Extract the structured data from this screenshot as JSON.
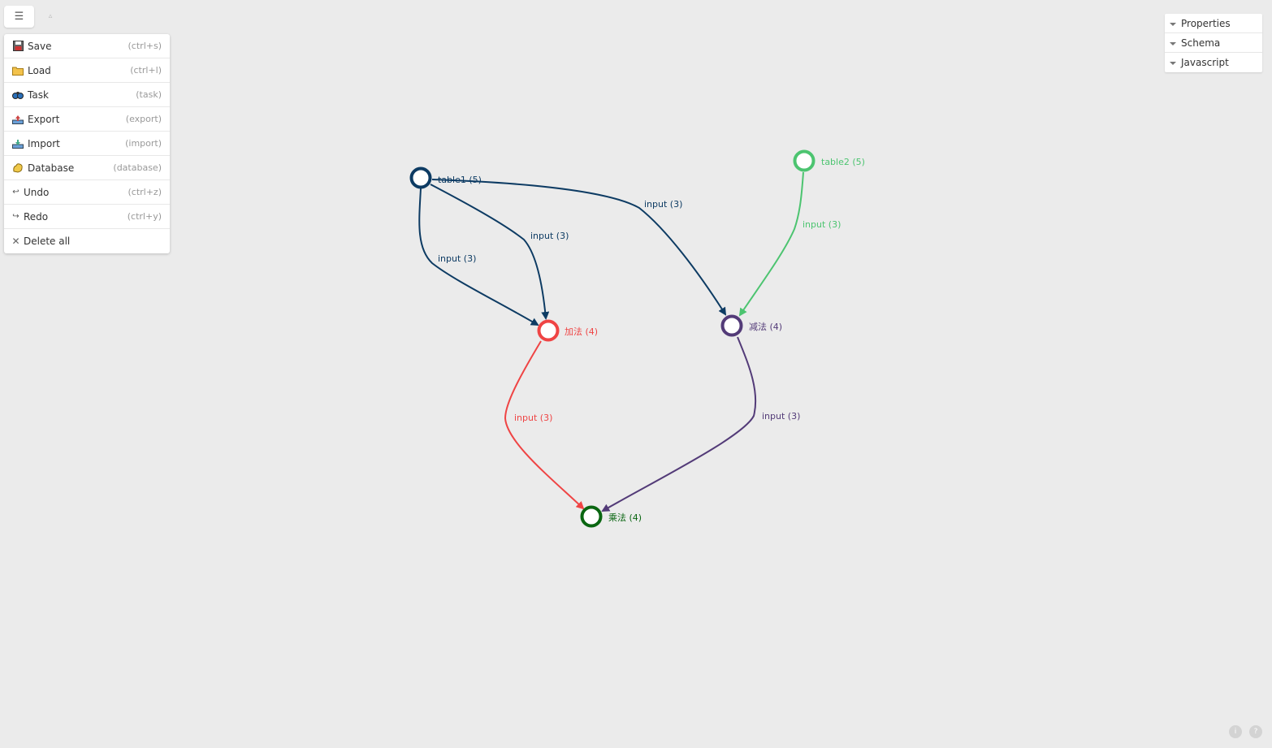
{
  "toolbar": {
    "menu_icon": "hamburger-icon",
    "collapse_icon": "triangle-up-icon"
  },
  "menu": {
    "items": [
      {
        "label": "Save",
        "shortcut": "(ctrl+s)",
        "icon": "floppy-icon"
      },
      {
        "label": "Load",
        "shortcut": "(ctrl+l)",
        "icon": "folder-icon"
      },
      {
        "label": "Task",
        "shortcut": "(task)",
        "icon": "binoculars-icon"
      },
      {
        "label": "Export",
        "shortcut": "(export)",
        "icon": "export-icon"
      },
      {
        "label": "Import",
        "shortcut": "(import)",
        "icon": "import-icon"
      },
      {
        "label": "Database",
        "shortcut": "(database)",
        "icon": "database-icon"
      },
      {
        "label": "Undo",
        "shortcut": "(ctrl+z)",
        "icon": "undo-icon"
      },
      {
        "label": "Redo",
        "shortcut": "(ctrl+y)",
        "icon": "redo-icon"
      },
      {
        "label": "Delete all",
        "shortcut": "",
        "icon": "close-icon"
      }
    ]
  },
  "panel": {
    "sections": [
      "Properties",
      "Schema",
      "Javascript"
    ]
  },
  "graph": {
    "nodes": [
      {
        "id": "table1",
        "label": "table1 (5)",
        "color": "#0d3b63"
      },
      {
        "id": "table2",
        "label": "table2 (5)",
        "color": "#4cc470"
      },
      {
        "id": "add",
        "label": "加法 (4)",
        "color": "#ef4444"
      },
      {
        "id": "sub",
        "label": "减法 (4)",
        "color": "#533b78"
      },
      {
        "id": "mul",
        "label": "乘法 (4)",
        "color": "#0a6611"
      }
    ],
    "edges": [
      {
        "from": "table1",
        "to": "add",
        "label": "input (3)",
        "color": "#0d3b63"
      },
      {
        "from": "table1",
        "to": "add",
        "label": "input (3)",
        "color": "#0d3b63"
      },
      {
        "from": "table1",
        "to": "sub",
        "label": "input (3)",
        "color": "#0d3b63"
      },
      {
        "from": "table2",
        "to": "sub",
        "label": "input (3)",
        "color": "#4cc470"
      },
      {
        "from": "add",
        "to": "mul",
        "label": "input (3)",
        "color": "#ef4444"
      },
      {
        "from": "sub",
        "to": "mul",
        "label": "input (3)",
        "color": "#533b78"
      }
    ]
  },
  "footer": {
    "info_label": "i",
    "help_label": "?"
  }
}
